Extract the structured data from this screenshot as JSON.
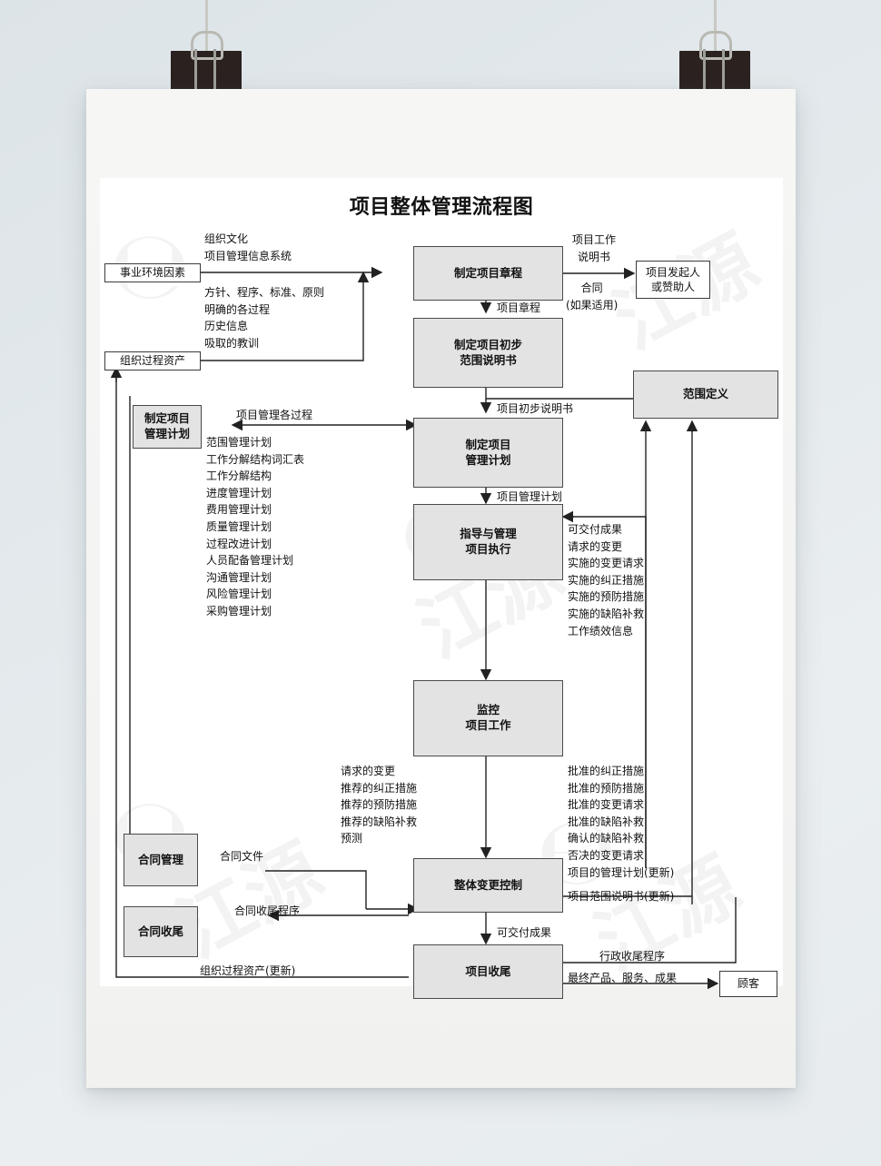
{
  "poster": {
    "title": "项目整体管理流程图",
    "watermark": "江源"
  },
  "clips": [
    {
      "name": "binder-clip-left"
    },
    {
      "name": "binder-clip-right"
    }
  ],
  "nodes": {
    "enterprise_env": "事业环境因素",
    "org_assets": "组织过程资产",
    "make_pm_plan_left": "制定项目\n管理计划",
    "charter": "制定项目章程",
    "prelim_scope": "制定项目初步\n范围说明书",
    "pm_plan": "制定项目\n管理计划",
    "direct_manage": "指导与管理\n项目执行",
    "monitor": "监控\n项目工作",
    "change_control": "整体变更控制",
    "project_close": "项目收尾",
    "scope_definition": "范围定义",
    "sponsor": "项目发起人\n或赞助人",
    "contract_admin": "合同管理",
    "contract_close": "合同收尾",
    "customer": "顾客"
  },
  "labels": {
    "env_outputs": "组织文化\n项目管理信息系统",
    "asset_outputs": "方针、程序、标准、原则\n明确的各过程\n历史信息\n吸取的教训",
    "pm_processes": "项目管理各过程",
    "plan_list": "范围管理计划\n工作分解结构词汇表\n工作分解结构\n进度管理计划\n费用管理计划\n质量管理计划\n过程改进计划\n人员配备管理计划\n沟通管理计划\n风险管理计划\n采购管理计划",
    "sow": "项目工作\n说明书",
    "contract_if": "合同\n(如果适用)",
    "charter_out": "项目章程",
    "prelim_scope_out": "项目初步说明书",
    "pm_plan_out": "项目管理计划",
    "execution_outputs": "可交付成果\n请求的变更\n实施的变更请求\n实施的纠正措施\n实施的预防措施\n实施的缺陷补救\n工作绩效信息",
    "monitor_left_outputs": "请求的变更\n推荐的纠正措施\n推荐的预防措施\n推荐的缺陷补救\n预测",
    "monitor_right_outputs": "批准的纠正措施\n批准的预防措施\n批准的变更请求\n批准的缺陷补救\n确认的缺陷补救\n否决的变更请求\n项目的管理计划(更新)",
    "scope_statement_update": "项目范围说明书(更新)",
    "contract_docs": "合同文件",
    "contract_close_proc": "合同收尾程序",
    "org_assets_update": "组织过程资产(更新)",
    "deliverables": "可交付成果",
    "admin_close_proc": "行政收尾程序",
    "final_products": "最终产品、服务、成果"
  },
  "colors": {
    "node_fill": "#e3e3e3",
    "node_stroke": "#4a4a4a",
    "line": "#222222",
    "paper": "#f4f4f3",
    "sheet": "#ffffff",
    "background": "#e3e9ec",
    "clip_body": "#2b2220"
  }
}
